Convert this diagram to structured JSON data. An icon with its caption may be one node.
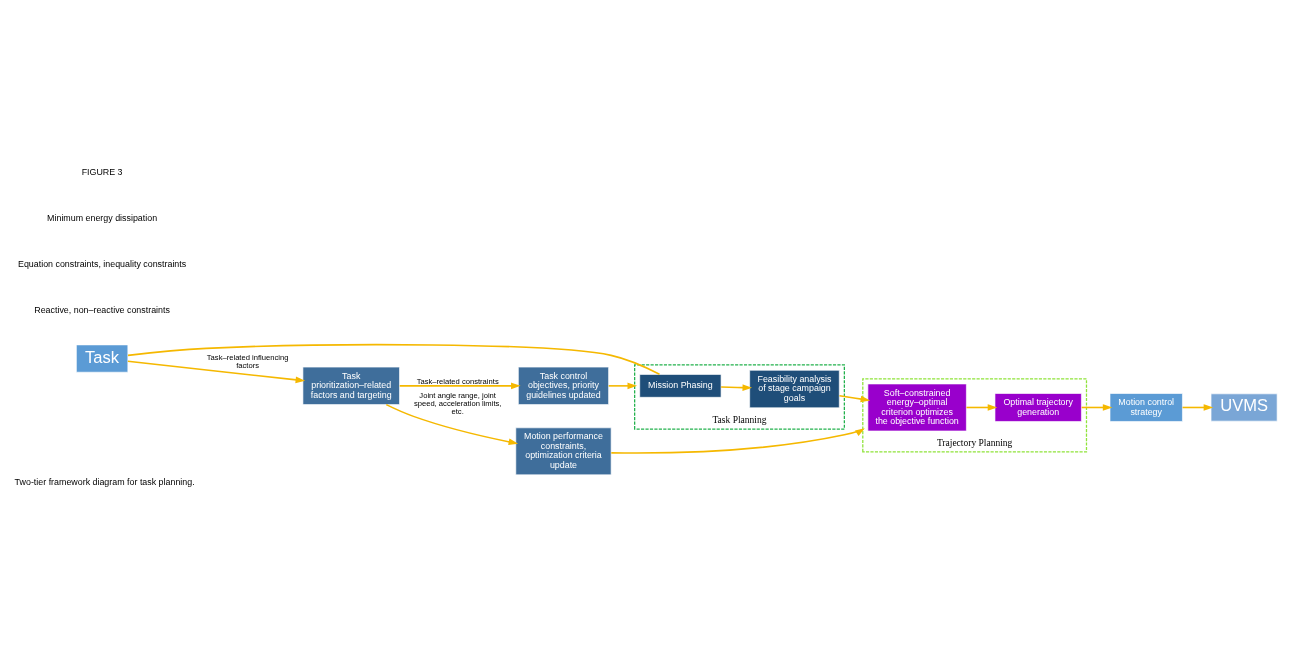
{
  "diagram": {
    "caption": "Two-tier framework diagram for task planning.",
    "nodes": [
      {
        "text": [
          "Task"
        ]
      },
      {
        "text": [
          "Task Planning"
        ]
      },
      {
        "text": [
          "Mission Phasing"
        ],
        "in": 1
      },
      {
        "text": [
          "Feasibility analysis of stage campaign goals"
        ],
        "in": 1
      },
      {
        "text": [
          "Trajectory Planning"
        ]
      },
      {
        "text": [
          "Soft–constrained energy–optimal criterion optimizes the objective function"
        ],
        "in": 4
      },
      {
        "text": [
          "Optimal trajectory generation"
        ],
        "in": 4
      },
      {
        "text": [
          "Task prioritization–related factors and targeting"
        ]
      },
      {
        "text": [
          "Task control objectives, priority guidelines updated"
        ]
      },
      {
        "text": [
          "Motion performance constraints, optimization criteria update"
        ]
      },
      {
        "text": [
          "Motion control strategy"
        ]
      },
      {
        "text": [
          "UVMS"
        ]
      }
    ],
    "edges": [
      {
        "from": 0,
        "to": 2,
        "arrow": "none"
      },
      {
        "from": 2,
        "to": 3,
        "arrow": "to"
      },
      {
        "from": 3,
        "to": 5,
        "arrow": "to"
      },
      {
        "from": 5,
        "to": 6,
        "arrow": "to"
      },
      {
        "from": 6,
        "to": 10,
        "arrow": "to"
      },
      {
        "from": 10,
        "to": 11,
        "arrow": "to"
      },
      {
        "from": 0,
        "to": 7,
        "arrow": "to",
        "label": "Task–related influencing factors"
      },
      {
        "from": 7,
        "to": 8,
        "arrow": "to",
        "label": "Task–related constraints"
      },
      {
        "from": 8,
        "to": 1,
        "arrow": "to"
      },
      {
        "from": 9,
        "to": 4,
        "arrow": "to"
      },
      {
        "from": 7,
        "to": 9,
        "arrow": "to",
        "label": "Joint angle range, joint speed, acceleration limits, etc."
      }
    ],
    "labels": [
      "Reactive, non–reactive constraints",
      "Equation constraints, inequality constraints",
      "Minimum energy dissipation",
      "FIGURE 3"
    ]
  }
}
